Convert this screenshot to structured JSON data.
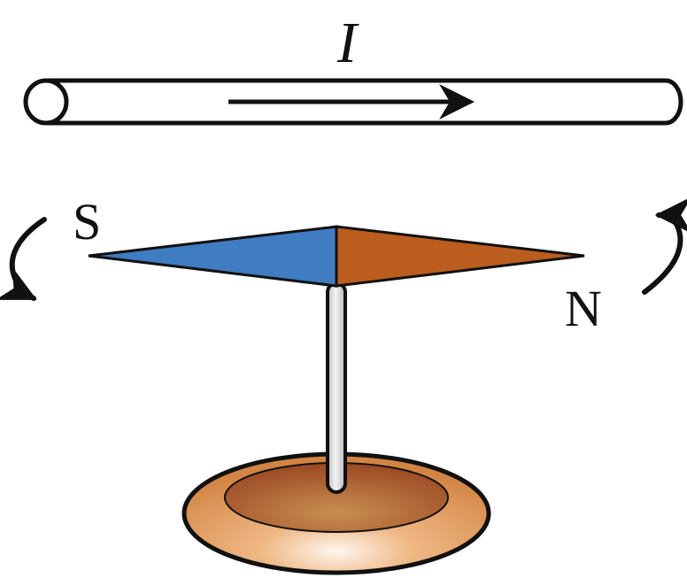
{
  "wire": {
    "current_label": "I"
  },
  "needle": {
    "south_label": "S",
    "north_label": "N"
  },
  "colors": {
    "south_half": "#3f7cc1",
    "north_half": "#bb5d1e",
    "base_outer": "#d58a4b",
    "base_inner": "#a95a2b",
    "outline": "#111111",
    "pivot_rod": "#d6d6d6"
  },
  "icons": {
    "current_direction": "arrow-right",
    "rotation_left": "curved-arrow-down",
    "rotation_right": "curved-arrow-up"
  }
}
